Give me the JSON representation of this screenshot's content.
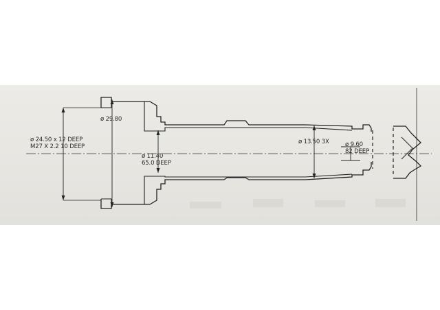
{
  "drawing": {
    "dimensions": {
      "bore_outer": "ø 24.50 x 12 DEEP",
      "thread": "M27 X 2.2  10 DEEP",
      "flange_dia": "ø 29.80",
      "bore_inner_dia": "ø 11.40",
      "bore_inner_depth": "65.0 DEEP",
      "shaft_dia": "ø 13.50 3X",
      "end_bore_dia": "ø 9.60",
      "end_bore_depth": "82 DEEP"
    },
    "colors": {
      "paper": "#e8e7e2",
      "line": "#222222",
      "background": "#ffffff"
    }
  }
}
